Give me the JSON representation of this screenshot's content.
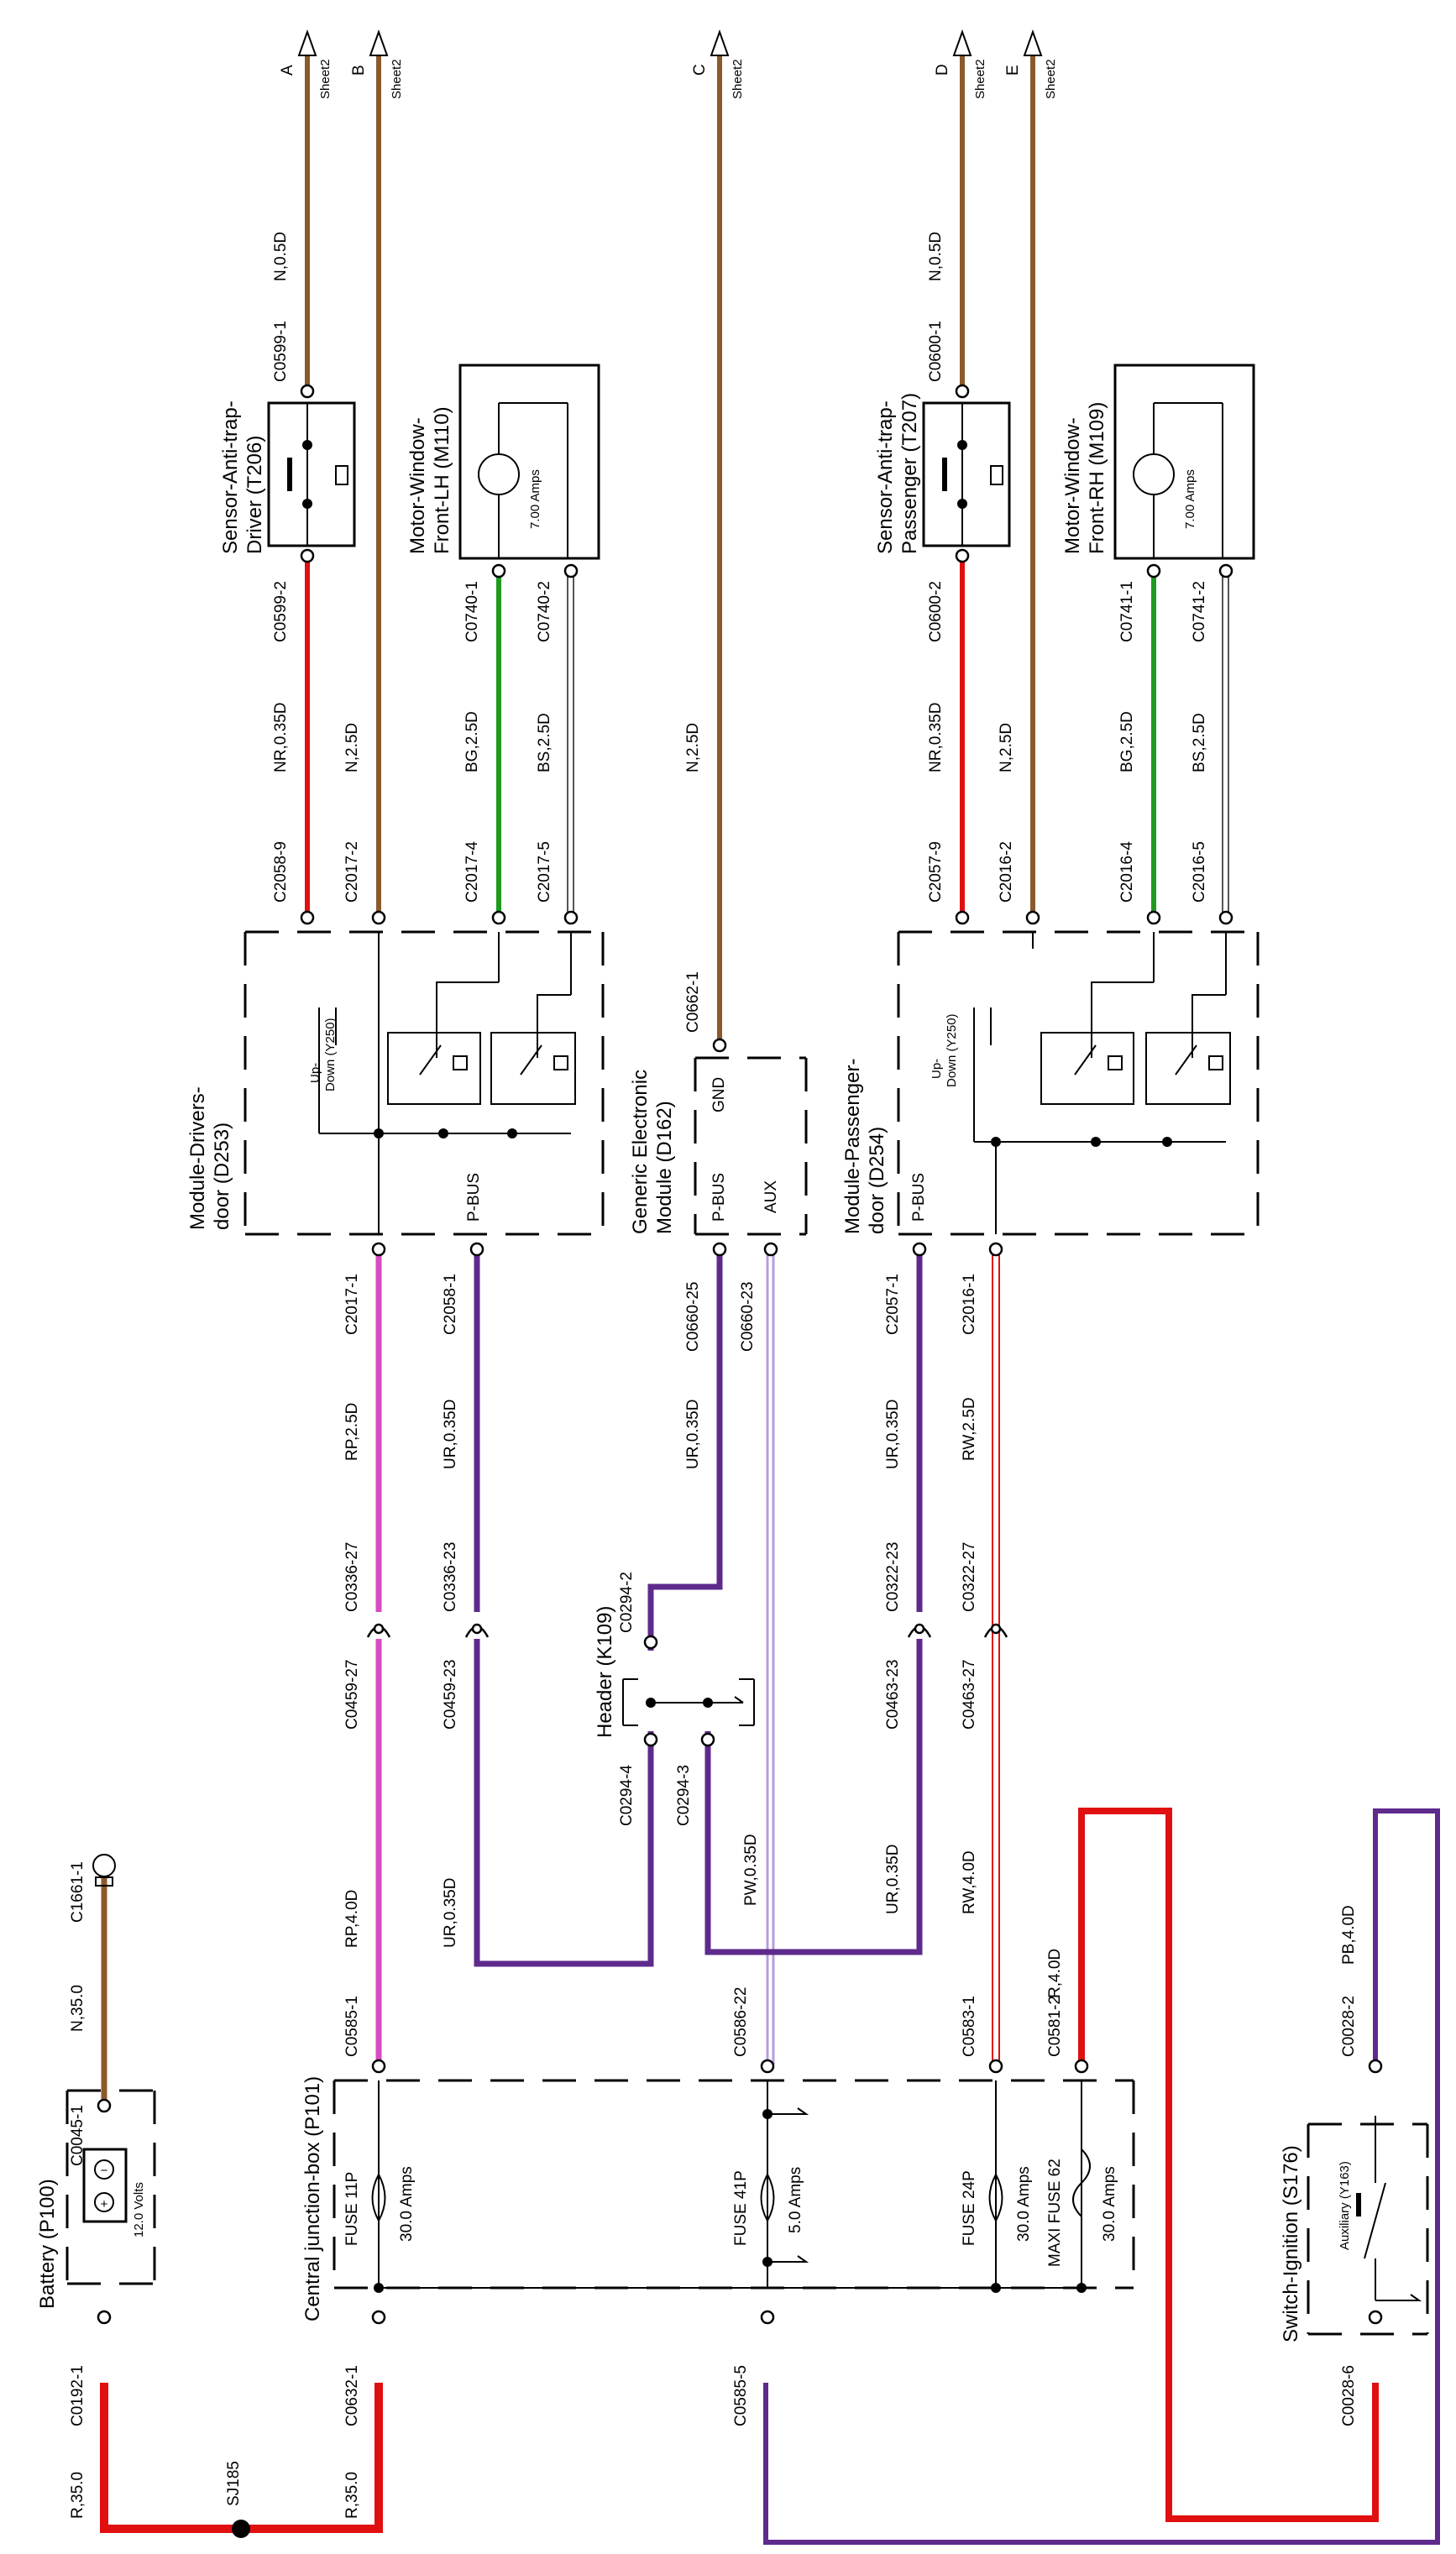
{
  "colors": {
    "brown": "#8B5A2B",
    "red": "#E01010",
    "green": "#1E9A1E",
    "grey": "#555555",
    "pink": "#D84CC0",
    "purple": "#5E2A8C",
    "lavender": "#B79CE0",
    "black": "#000000"
  },
  "components": {
    "battery": {
      "title": "Battery (P100)",
      "volts": "12.0 Volts"
    },
    "cjb": {
      "title": "Central junction-box (P101)"
    },
    "fuse_11p": {
      "name": "FUSE 11P",
      "rating": "30.0 Amps"
    },
    "fuse_41p": {
      "name": "FUSE 41P",
      "rating": "5.0 Amps"
    },
    "fuse_24p": {
      "name": "FUSE 24P",
      "rating": "30.0 Amps"
    },
    "maxi_fuse": {
      "name": "MAXI FUSE 62",
      "rating": "30.0 Amps"
    },
    "switch_ignition": {
      "title": "Switch-Ignition (S176)",
      "contact": "Auxiliary (Y163)"
    },
    "header": {
      "title": "Header (K109)"
    },
    "module_drivers": {
      "title_line1": "Module-Drivers-",
      "title_line2": "door (D253)",
      "pbus": "P-BUS",
      "up": "Up-",
      "down": "Down (Y250)"
    },
    "gem": {
      "title_line1": "Generic Electronic",
      "title_line2": "Module (D162)",
      "pbus": "P-BUS",
      "aux": "AUX",
      "gnd": "GND"
    },
    "module_pass": {
      "title_line1": "Module-Passenger-",
      "title_line2": "door (D254)",
      "pbus": "P-BUS",
      "up": "Up-",
      "down": "Down (Y250)"
    },
    "sensor_driver": {
      "title_line1": "Sensor-Anti-trap-",
      "title_line2": "Driver (T206)"
    },
    "sensor_pass": {
      "title_line1": "Sensor-Anti-trap-",
      "title_line2": "Passenger (T207)"
    },
    "motor_lh": {
      "title_line1": "Motor-Window-",
      "title_line2": "Front-LH (M110)",
      "rating": "7.00 Amps"
    },
    "motor_rh": {
      "title_line1": "Motor-Window-",
      "title_line2": "Front-RH (M109)",
      "rating": "7.00 Amps"
    }
  },
  "splice": "SJ185",
  "sheet_refs": [
    {
      "letter": "A",
      "sheet": "Sheet2"
    },
    {
      "letter": "B",
      "sheet": "Sheet2"
    },
    {
      "letter": "C",
      "sheet": "Sheet2"
    },
    {
      "letter": "D",
      "sheet": "Sheet2"
    },
    {
      "letter": "E",
      "sheet": "Sheet2"
    }
  ],
  "wire_labels": {
    "r350_bat": "R,35.0",
    "r350_cjb": "R,35.0",
    "n350": "N,35.0",
    "rp40": "RP,4.0D",
    "ur035_a": "UR,0.35D",
    "pw035": "PW,0.35D",
    "ur035_b": "UR,0.35D",
    "rw40": "RW,4.0D",
    "r40": "R,4.0D",
    "pb40": "PB,4.0D",
    "rp25": "RP,2.5D",
    "ur035_c": "UR,0.35D",
    "ur035_d": "UR,0.35D",
    "ur035_e": "UR,0.35D",
    "rw25": "RW,2.5D",
    "nr035_a": "NR,0.35D",
    "n25_a": "N,2.5D",
    "bg25_a": "BG,2.5D",
    "bs25_a": "BS,2.5D",
    "n25_gnd": "N,2.5D",
    "nr035_b": "NR,0.35D",
    "n25_b": "N,2.5D",
    "bg25_b": "BG,2.5D",
    "bs25_b": "BS,2.5D",
    "n05_a": "N,0.5D",
    "n05_b": "N,0.5D"
  },
  "connectors": {
    "c0192_1": "C0192-1",
    "c0045_1": "C0045-1",
    "c1661_1": "C1661-1",
    "c0632_1": "C0632-1",
    "c0585_1": "C0585-1",
    "c0585_5": "C0585-5",
    "c0586_22": "C0586-22",
    "c0583_1": "C0583-1",
    "c0581_2": "C0581-2",
    "c0028_6": "C0028-6",
    "c0028_2": "C0028-2",
    "c0294_4": "C0294-4",
    "c0294_3": "C0294-3",
    "c0294_2": "C0294-2",
    "c0459_27": "C0459-27",
    "c0336_27": "C0336-27",
    "c0459_23": "C0459-23",
    "c0336_23": "C0336-23",
    "c0463_23": "C0463-23",
    "c0322_23": "C0322-23",
    "c0463_27": "C0463-27",
    "c0322_27": "C0322-27",
    "c2017_1": "C2017-1",
    "c2058_1": "C2058-1",
    "c0660_25": "C0660-25",
    "c0660_23": "C0660-23",
    "c2057_1": "C2057-1",
    "c2016_1": "C2016-1",
    "c0662_1": "C0662-1",
    "c2058_9": "C2058-9",
    "c2017_2": "C2017-2",
    "c2017_4": "C2017-4",
    "c2017_5": "C2017-5",
    "c2057_9": "C2057-9",
    "c2016_2": "C2016-2",
    "c2016_4": "C2016-4",
    "c2016_5": "C2016-5",
    "c0599_2": "C0599-2",
    "c0599_1": "C0599-1",
    "c0740_1": "C0740-1",
    "c0740_2": "C0740-2",
    "c0600_2": "C0600-2",
    "c0600_1": "C0600-1",
    "c0741_1": "C0741-1",
    "c0741_2": "C0741-2"
  }
}
